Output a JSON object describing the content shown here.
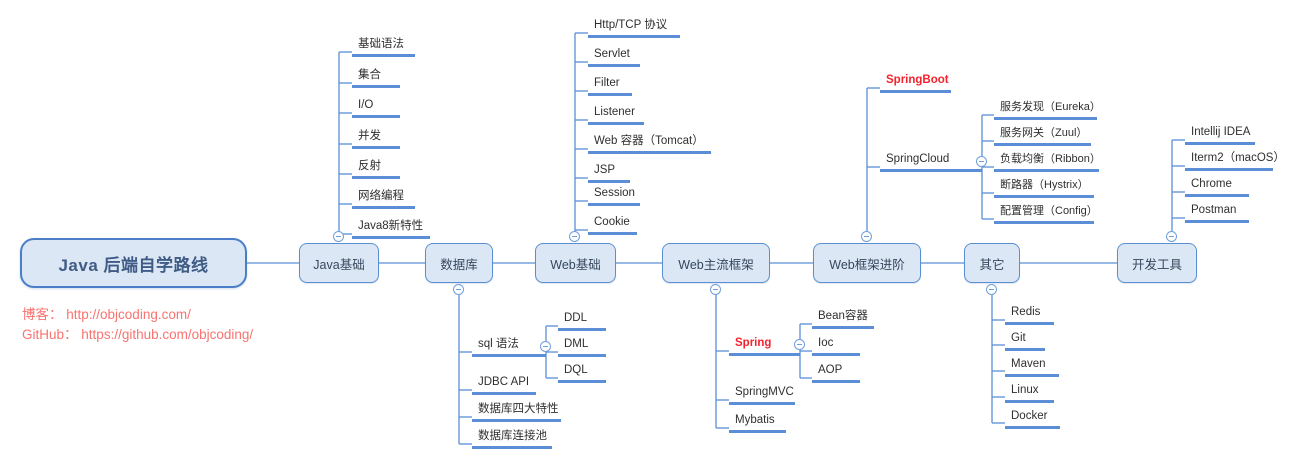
{
  "root": {
    "label": "Java 后端自学路线"
  },
  "footer": {
    "blog_label": "博客：",
    "blog_url": "http://objcoding.com/",
    "github_label": "GitHub：",
    "github_url": "https://github.com/objcoding/"
  },
  "colors": {
    "node_fill": "#dce7f5",
    "node_border": "#5b8fd4",
    "root_border": "#4a7fc8",
    "bar": "#5b8ed6",
    "accent_red": "#f5222d",
    "footer_red": "#f9736f",
    "wire": "#5b8ed6",
    "background": "#ffffff"
  },
  "trunk": [
    {
      "label": "Java基础"
    },
    {
      "label": "数据库"
    },
    {
      "label": "Web基础"
    },
    {
      "label": "Web主流框架"
    },
    {
      "label": "Web框架进阶"
    },
    {
      "label": "其它"
    },
    {
      "label": "开发工具"
    }
  ],
  "branches": {
    "java_basics": {
      "parent": "Java基础",
      "items": [
        {
          "label": "基础语法"
        },
        {
          "label": "集合"
        },
        {
          "label": "I/O"
        },
        {
          "label": "并发"
        },
        {
          "label": "反射"
        },
        {
          "label": "网络编程"
        },
        {
          "label": "Java8新特性"
        }
      ]
    },
    "database": {
      "parent": "数据库",
      "items": [
        {
          "label": "sql 语法",
          "children": [
            {
              "label": "DDL"
            },
            {
              "label": "DML"
            },
            {
              "label": "DQL"
            }
          ]
        },
        {
          "label": "JDBC API"
        },
        {
          "label": "数据库四大特性"
        },
        {
          "label": "数据库连接池"
        }
      ]
    },
    "web_basics": {
      "parent": "Web基础",
      "items": [
        {
          "label": "Http/TCP 协议"
        },
        {
          "label": "Servlet"
        },
        {
          "label": "Filter"
        },
        {
          "label": "Listener"
        },
        {
          "label": "Web 容器（Tomcat）"
        },
        {
          "label": "JSP"
        },
        {
          "label": "Session"
        },
        {
          "label": "Cookie"
        }
      ]
    },
    "web_frameworks": {
      "parent": "Web主流框架",
      "items": [
        {
          "label": "Spring",
          "highlight": true,
          "children": [
            {
              "label": "Bean容器"
            },
            {
              "label": "Ioc"
            },
            {
              "label": "AOP"
            }
          ]
        },
        {
          "label": "SpringMVC"
        },
        {
          "label": "Mybatis"
        }
      ]
    },
    "web_advanced": {
      "parent": "Web框架进阶",
      "items": [
        {
          "label": "SpringBoot",
          "highlight": true
        },
        {
          "label": "SpringCloud",
          "children": [
            {
              "label": "服务发现（Eureka）"
            },
            {
              "label": "服务网关（Zuul）"
            },
            {
              "label": "负载均衡（Ribbon）"
            },
            {
              "label": "断路器（Hystrix）"
            },
            {
              "label": "配置管理（Config）"
            }
          ]
        }
      ]
    },
    "others": {
      "parent": "其它",
      "items": [
        {
          "label": "Redis"
        },
        {
          "label": "Git"
        },
        {
          "label": "Maven"
        },
        {
          "label": "Linux"
        },
        {
          "label": "Docker"
        }
      ]
    },
    "dev_tools": {
      "parent": "开发工具",
      "items": [
        {
          "label": "Intellij IDEA"
        },
        {
          "label": "Iterm2（macOS）"
        },
        {
          "label": "Chrome"
        },
        {
          "label": "Postman"
        }
      ]
    }
  }
}
